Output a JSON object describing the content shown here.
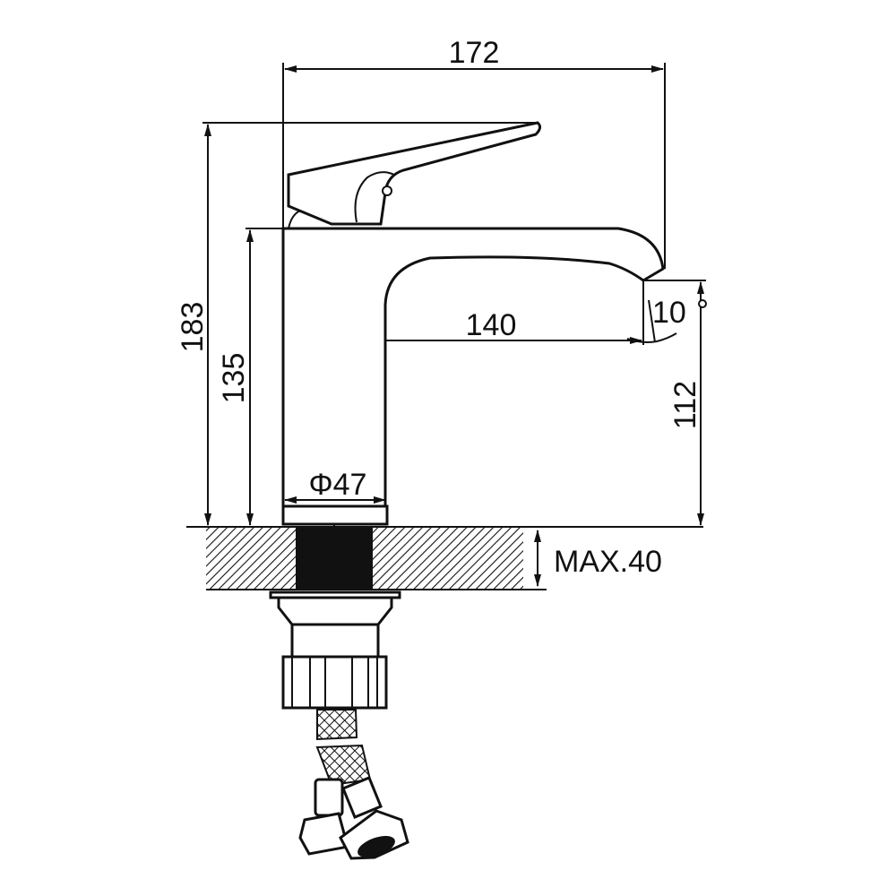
{
  "title": "Basin faucet dimension drawing",
  "dimensions": {
    "overall_width": "172",
    "overall_height": "183",
    "spout_height_top": "135",
    "spout_reach": "140",
    "spout_angle": "10",
    "spout_outlet_height": "112",
    "base_diameter": "Φ47",
    "max_counter_thickness": "MAX.40"
  },
  "colors": {
    "line": "#111111",
    "background": "#ffffff"
  }
}
